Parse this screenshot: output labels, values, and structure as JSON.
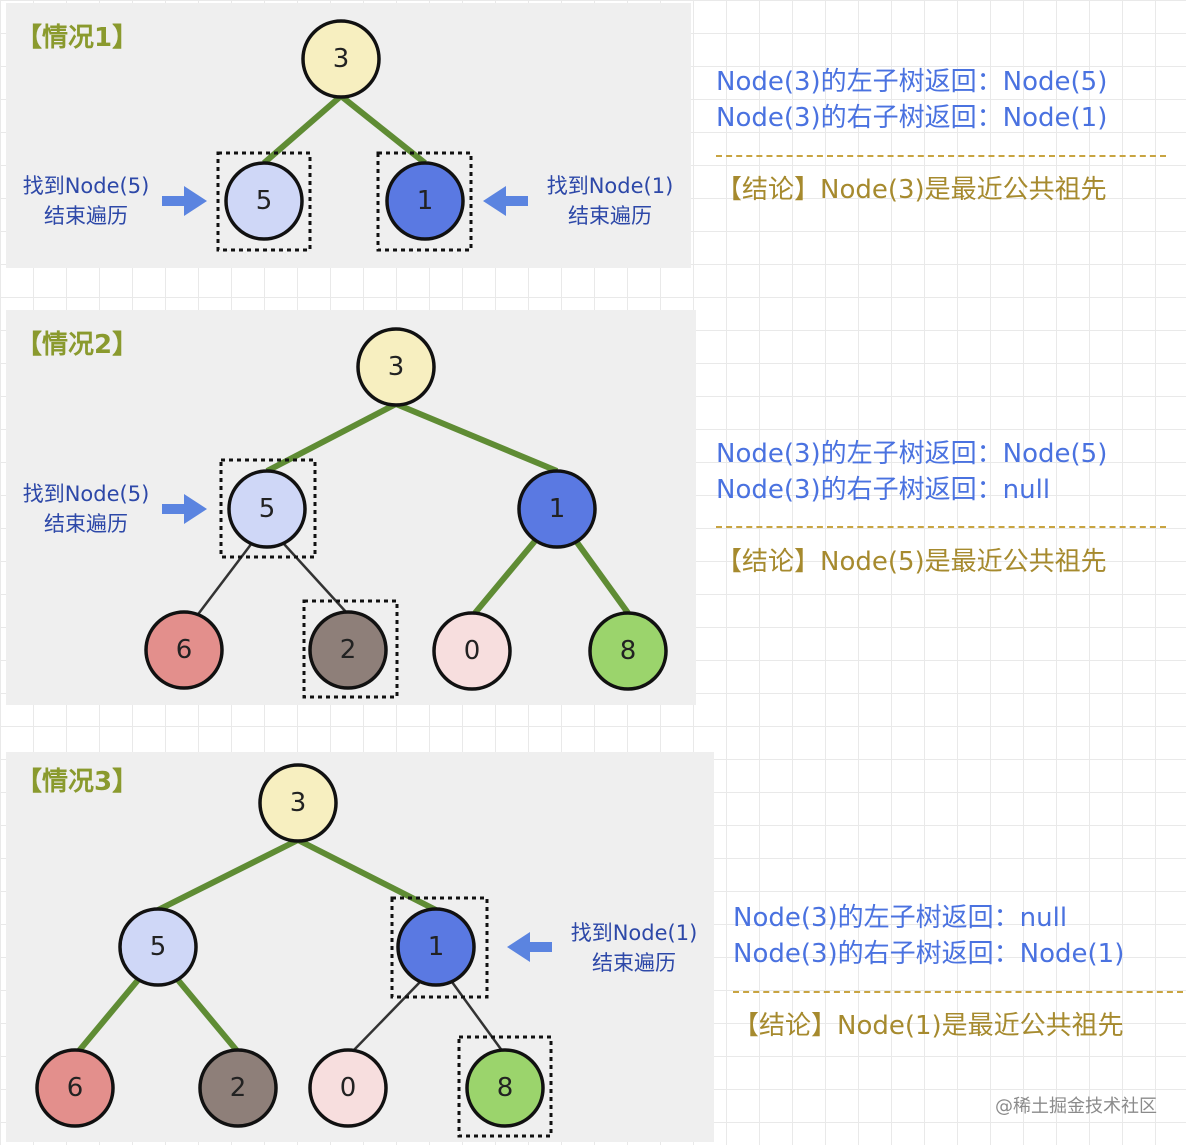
{
  "cases": [
    {
      "title": "【情况1】",
      "nodes": {
        "n3": "3",
        "n5": "5",
        "n1": "1"
      },
      "side_left": [
        "找到Node(5)",
        "结束遍历"
      ],
      "side_right": [
        "找到Node(1)",
        "结束遍历"
      ],
      "left_return": "Node(3)的左子树返回：Node(5)",
      "right_return": "Node(3)的右子树返回：Node(1)",
      "conclusion": "【结论】Node(3)是最近公共祖先"
    },
    {
      "title": "【情况2】",
      "nodes": {
        "n3": "3",
        "n5": "5",
        "n1": "1",
        "n6": "6",
        "n2": "2",
        "n0": "0",
        "n8": "8"
      },
      "side_left": [
        "找到Node(5)",
        "结束遍历"
      ],
      "left_return": "Node(3)的左子树返回：Node(5)",
      "right_return": "Node(3)的右子树返回：null",
      "conclusion": "【结论】Node(5)是最近公共祖先"
    },
    {
      "title": "【情况3】",
      "nodes": {
        "n3": "3",
        "n5": "5",
        "n1": "1",
        "n6": "6",
        "n2": "2",
        "n0": "0",
        "n8": "8"
      },
      "side_right": [
        "找到Node(1)",
        "结束遍历"
      ],
      "left_return": "Node(3)的左子树返回：null",
      "right_return": "Node(3)的右子树返回：Node(1)",
      "conclusion": "【结论】Node(1)是最近公共祖先"
    }
  ],
  "watermark": "@稀土掘金技术社区",
  "colors": {
    "root": "#f7efc0",
    "node5": "#cfd7f7",
    "node1": "#5a79e2",
    "node6": "#e38f8c",
    "node2": "#8e7f79",
    "node0": "#f7dede",
    "node8": "#9bd46c",
    "edge_green": "#5f8c34",
    "text_blue": "#4a72e0",
    "text_gold": "#a68a2e"
  }
}
